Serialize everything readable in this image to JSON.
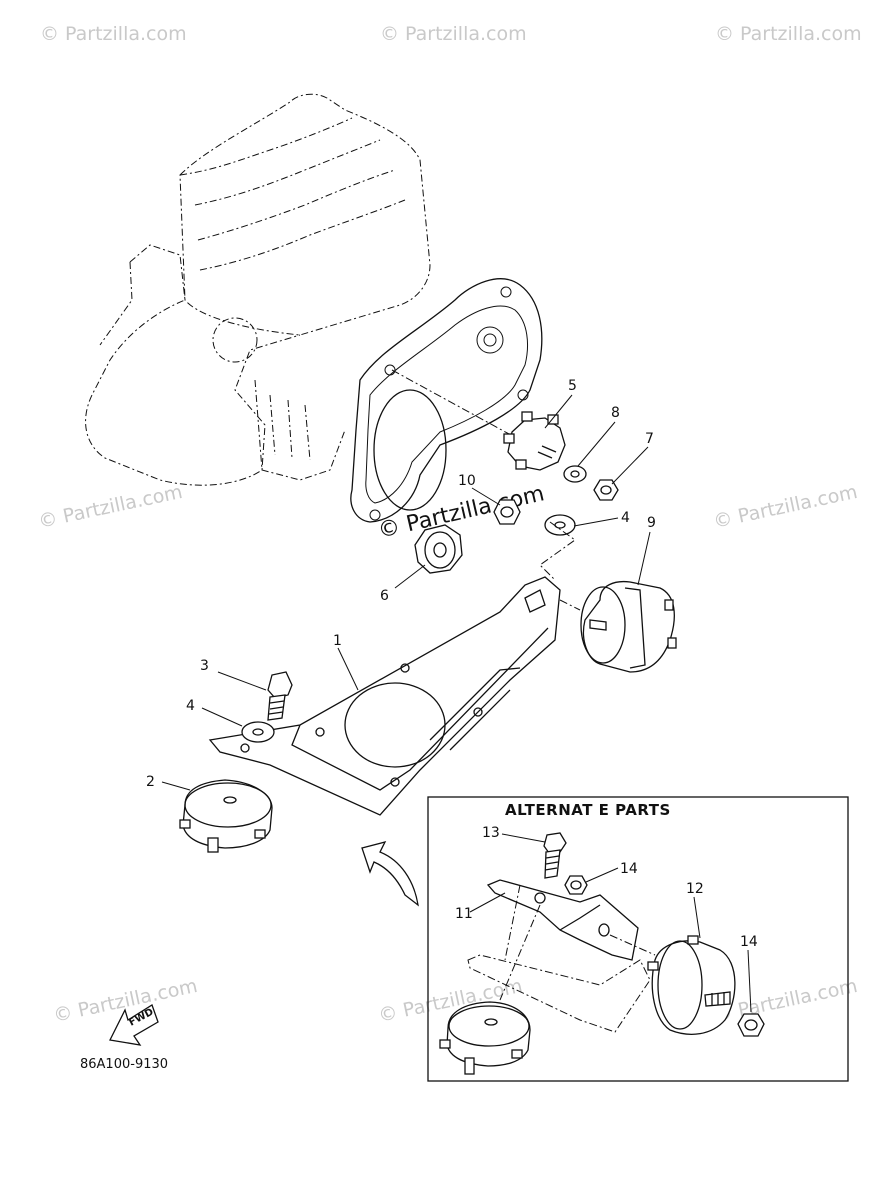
{
  "watermark": "© Partzilla.com",
  "alternate_parts": {
    "title": "ALTERNAT E PARTS"
  },
  "diagram_code": "86A100-9130",
  "fwd_label": "FWD",
  "callouts": {
    "c1": "1",
    "c2": "2",
    "c3": "3",
    "c4a": "4",
    "c4b": "4",
    "c5": "5",
    "c6": "6",
    "c7": "7",
    "c8": "8",
    "c9": "9",
    "c10": "10",
    "c11": "11",
    "c12": "12",
    "c13": "13",
    "c14a": "14",
    "c14b": "14"
  }
}
